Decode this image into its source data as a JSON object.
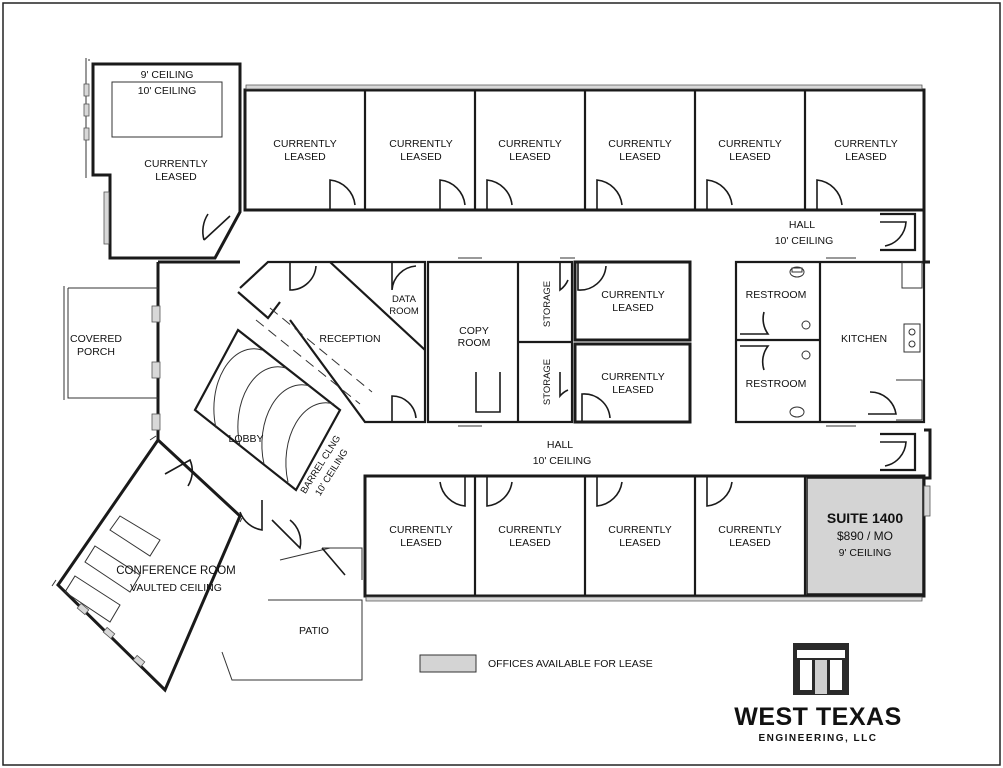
{
  "rooms": {
    "top_left_office": {
      "ceiling_outer": "9' CEILING",
      "ceiling_inner": "10' CEILING",
      "status_line1": "CURRENTLY",
      "status_line2": "LEASED"
    },
    "top_offices": [
      {
        "line1": "CURRENTLY",
        "line2": "LEASED"
      },
      {
        "line1": "CURRENTLY",
        "line2": "LEASED"
      },
      {
        "line1": "CURRENTLY",
        "line2": "LEASED"
      },
      {
        "line1": "CURRENTLY",
        "line2": "LEASED"
      },
      {
        "line1": "CURRENTLY",
        "line2": "LEASED"
      },
      {
        "line1": "CURRENTLY",
        "line2": "LEASED"
      }
    ],
    "hall_top": {
      "name": "HALL",
      "ceiling": "10' CEILING"
    },
    "covered_porch": {
      "line1": "COVERED",
      "line2": "PORCH"
    },
    "reception": "RECEPTION",
    "data_room": {
      "line1": "DATA",
      "line2": "ROOM"
    },
    "copy_room": {
      "line1": "COPY",
      "line2": "ROOM"
    },
    "storage_top": "STORAGE",
    "storage_bottom": "STORAGE",
    "mid_offices": [
      {
        "line1": "CURRENTLY",
        "line2": "LEASED"
      },
      {
        "line1": "CURRENTLY",
        "line2": "LEASED"
      }
    ],
    "restroom_top": "RESTROOM",
    "restroom_bottom": "RESTROOM",
    "kitchen": "KITCHEN",
    "lobby": "LOBBY",
    "barrel_ceiling": {
      "line1": "BARREL CLNG",
      "line2": "10' CEILING"
    },
    "hall_main": {
      "name": "HALL",
      "ceiling": "10' CEILING"
    },
    "conference": {
      "name": "CONFERENCE ROOM",
      "ceiling": "VAULTED CEILING"
    },
    "patio": "PATIO",
    "bottom_offices": [
      {
        "line1": "CURRENTLY",
        "line2": "LEASED"
      },
      {
        "line1": "CURRENTLY",
        "line2": "LEASED"
      },
      {
        "line1": "CURRENTLY",
        "line2": "LEASED"
      },
      {
        "line1": "CURRENTLY",
        "line2": "LEASED"
      }
    ],
    "suite": {
      "title": "SUITE 1400",
      "price": "$890 / MO",
      "ceiling": "9' CEILING"
    }
  },
  "legend": {
    "label": "OFFICES AVAILABLE FOR LEASE",
    "swatch_color": "#d4d4d4"
  },
  "logo": {
    "mark": "WT",
    "company": "WEST TEXAS",
    "subtitle": "ENGINEERING, LLC"
  },
  "colors": {
    "available": "#d4d4d4",
    "walls": "#1a1a1a"
  }
}
